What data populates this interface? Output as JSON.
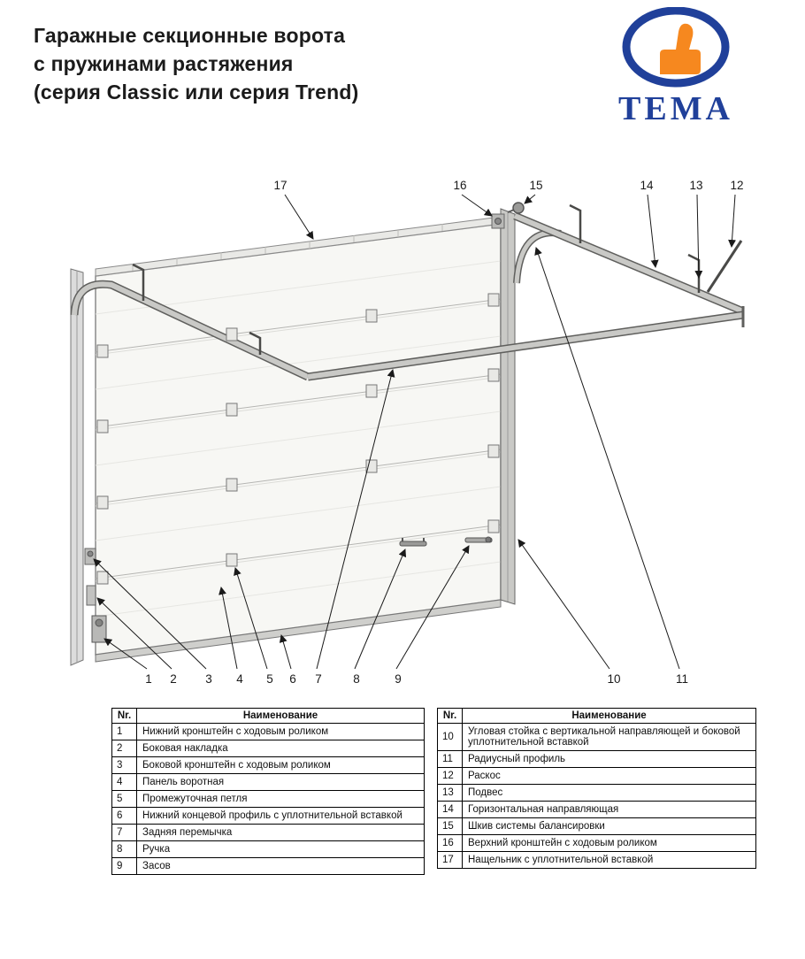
{
  "header": {
    "title_lines": [
      "Гаражные секционные ворота",
      "с пружинами растяжения",
      "(серия Classic или серия Trend)"
    ],
    "logo": {
      "text": "ТЕМА",
      "blue": "#20409a",
      "orange": "#f6881f"
    }
  },
  "diagram": {
    "callouts": [
      "1",
      "2",
      "3",
      "4",
      "5",
      "6",
      "7",
      "8",
      "9",
      "10",
      "11",
      "12",
      "13",
      "14",
      "15",
      "16",
      "17"
    ]
  },
  "tables": {
    "header_nr": "Nr.",
    "header_name": "Наименование",
    "left_rows": [
      {
        "nr": "1",
        "name": "Нижний кронштейн с ходовым роликом"
      },
      {
        "nr": "2",
        "name": "Боковая накладка"
      },
      {
        "nr": "3",
        "name": "Боковой кронштейн с ходовым роликом"
      },
      {
        "nr": "4",
        "name": "Панель воротная"
      },
      {
        "nr": "5",
        "name": "Промежуточная петля"
      },
      {
        "nr": "6",
        "name": "Нижний концевой профиль с уплотнительной вставкой"
      },
      {
        "nr": "7",
        "name": "Задняя перемычка"
      },
      {
        "nr": "8",
        "name": "Ручка"
      },
      {
        "nr": "9",
        "name": "Засов"
      }
    ],
    "right_rows": [
      {
        "nr": "10",
        "name": "Угловая стойка с вертикальной направляющей и боковой уплотнительной вставкой"
      },
      {
        "nr": "11",
        "name": "Радиусный профиль"
      },
      {
        "nr": "12",
        "name": "Раскос"
      },
      {
        "nr": "13",
        "name": "Подвес"
      },
      {
        "nr": "14",
        "name": "Горизонтальная направляющая"
      },
      {
        "nr": "15",
        "name": "Шкив системы балансировки"
      },
      {
        "nr": "16",
        "name": "Верхний кронштейн с ходовым роликом"
      },
      {
        "nr": "17",
        "name": "Нащельник с уплотнительной вставкой"
      }
    ]
  }
}
